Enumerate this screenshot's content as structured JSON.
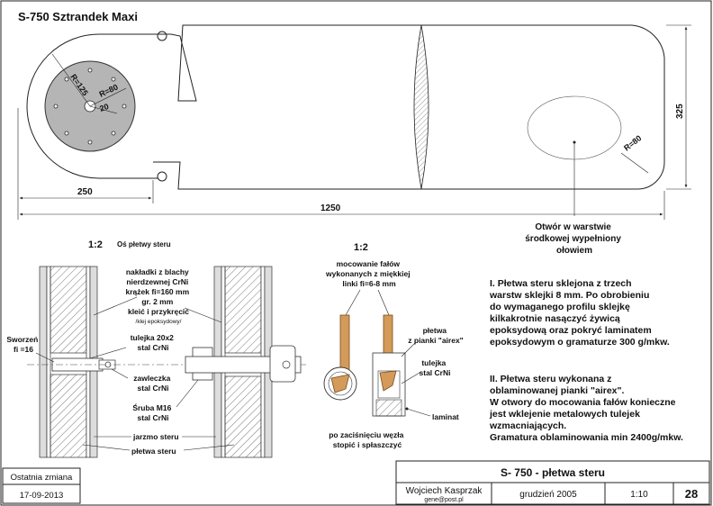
{
  "title": "S-750 Sztrandek Maxi",
  "dimensions": {
    "r125": "R=125",
    "r80_inner": "R=80",
    "r20": "20",
    "d325": "325",
    "r80_tip": "R=80",
    "d250": "250",
    "d1250": "1250"
  },
  "hole_note": [
    "Otwór w warstwie",
    "środkowej wypełniony",
    "ołowiem"
  ],
  "scale_left": "1:2",
  "scale_right": "1:2",
  "axis_label": "Oś płetwy steru",
  "labels_left": {
    "nakladki": [
      "nakładki z blachy",
      "nierdzewnej CrNi",
      "krążek fi=160 mm",
      "gr. 2 mm",
      "kleić i przykręcić"
    ],
    "nakladki_note": "/klej epoksydowy/",
    "sworzen": [
      "Sworzeń",
      "fi =16"
    ],
    "tulejka": [
      "tulejka 20x2",
      "stal CrNi"
    ],
    "zawleczka": [
      "zawleczka",
      "stal CrNi"
    ],
    "sruba": [
      "Śruba M16",
      "stal CrNi"
    ],
    "jarzmo": "jarzmo steru",
    "pletwa": "płetwa steru"
  },
  "labels_right": {
    "mocowanie": [
      "mocowanie fałów",
      "wykonanych z miękkiej",
      "linki fi=6-8 mm"
    ],
    "pletwa_airex": [
      "płetwa",
      "z pianki \"airex\""
    ],
    "tulejka": [
      "tulejka",
      "stal CrNi"
    ],
    "laminat": "laminat",
    "zacisnieciu": [
      "po zaciśnięciu węzła",
      "stopić i spłaszczyć"
    ]
  },
  "notes": {
    "n1": [
      "I.  Płetwa steru sklejona z trzech",
      "warstw sklejki 8 mm. Po obrobieniu",
      "do wymaganego profilu sklejkę",
      "kilkakrotnie nasączyć żywicą",
      "epoksydową oraz pokryć laminatem",
      "epoksydowym o gramaturze 300 g/mkw."
    ],
    "n2": [
      "II.  Płetwa steru wykonana z",
      "oblaminowanej pianki \"airex\".",
      "W otwory do mocowania fałów konieczne",
      "jest wklejenie metalowych tulejek",
      "wzmacniających.",
      "Gramatura oblaminowania min 2400g/mkw."
    ]
  },
  "title_block": {
    "last_change_label": "Ostatnia zmiana",
    "last_change_date": "17-09-2013",
    "drawing_title": "S- 750 - płetwa steru",
    "author": "Wojciech Kasprzak",
    "email": "gene@post.pl",
    "date": "grudzień 2005",
    "scale": "1:10",
    "sheet": "28"
  }
}
